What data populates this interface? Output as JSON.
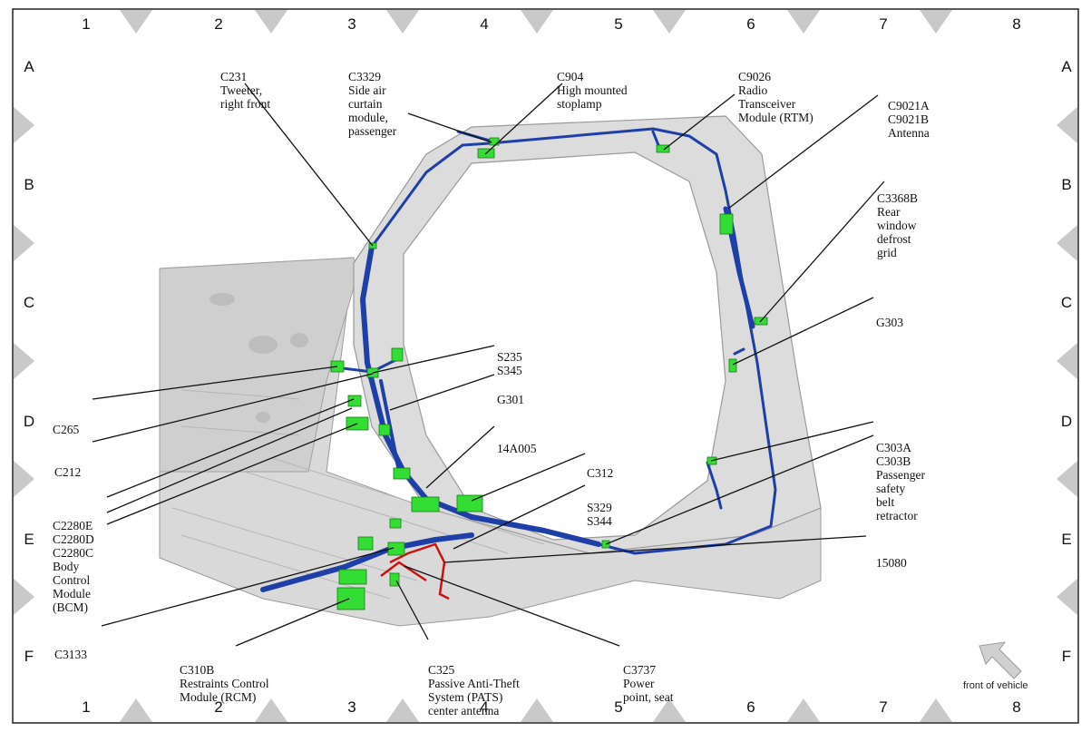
{
  "grid": {
    "columns": [
      "1",
      "2",
      "3",
      "4",
      "5",
      "6",
      "7",
      "8"
    ],
    "rows": [
      "A",
      "B",
      "C",
      "D",
      "E",
      "F"
    ]
  },
  "callouts": {
    "c231": [
      "C231",
      "Tweeter,",
      "right front"
    ],
    "c3329": [
      "C3329",
      "Side air",
      "curtain",
      "module,",
      "passenger"
    ],
    "c904": [
      "C904",
      "High mounted",
      "stoplamp"
    ],
    "c9026": [
      "C9026",
      "Radio",
      "Transceiver",
      "Module (RTM)"
    ],
    "c9021": [
      "C9021A",
      "C9021B",
      "Antenna"
    ],
    "c3368b": [
      "C3368B",
      "Rear",
      "window",
      "defrost",
      "grid"
    ],
    "g303": [
      "G303"
    ],
    "s235": [
      "S235",
      "S345"
    ],
    "g301": [
      "G301"
    ],
    "c265": [
      "C265"
    ],
    "c212": [
      "C212"
    ],
    "a14a005": [
      "14A005"
    ],
    "c312": [
      "C312"
    ],
    "c2280": [
      "C2280E",
      "C2280D",
      "C2280C",
      "Body",
      "Control",
      "Module",
      "(BCM)"
    ],
    "s329": [
      "S329",
      "S344"
    ],
    "c303": [
      "C303A",
      "C303B",
      "Passenger",
      "safety",
      "belt",
      "retractor"
    ],
    "a15080": [
      "15080"
    ],
    "c3133": [
      "C3133"
    ],
    "c310b": [
      "C310B",
      "Restraints Control",
      "Module (RCM)"
    ],
    "c325": [
      "C325",
      "Passive Anti-Theft",
      "System (PATS)",
      "center antenna"
    ],
    "c3737": [
      "C3737",
      "Power",
      "point, seat"
    ]
  },
  "front_of_vehicle": "front of vehicle",
  "colors": {
    "harness": "#1f3fa8",
    "connector": "#33dd33",
    "wire_red": "#cc1111",
    "body": "#d8d8d8",
    "frame": "#c8c8c8"
  },
  "icons": [
    "front-arrow-icon"
  ]
}
